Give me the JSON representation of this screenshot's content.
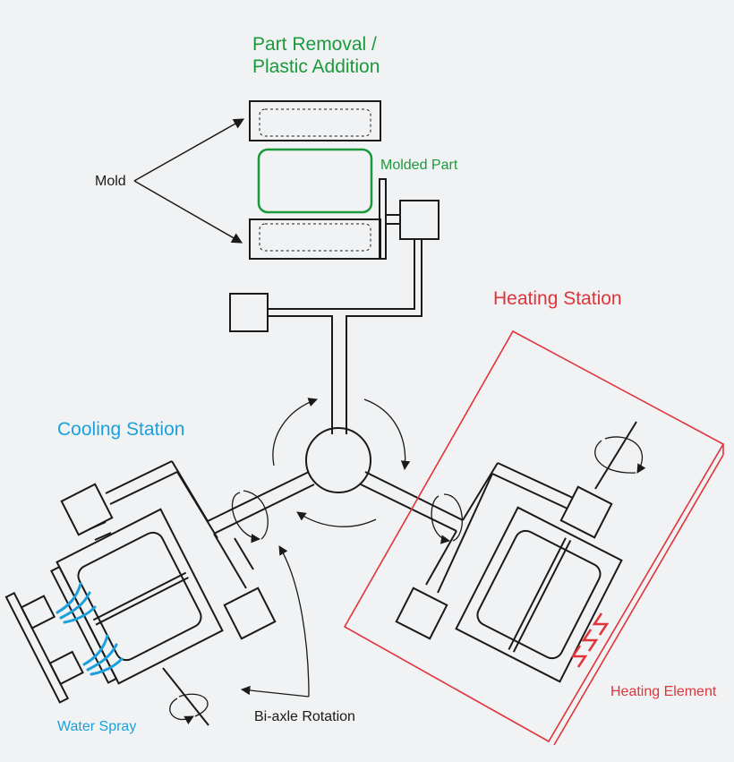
{
  "labels": {
    "part_removal_line1": "Part Removal /",
    "part_removal_line2": "Plastic Addition",
    "molded_part": "Molded Part",
    "mold": "Mold",
    "heating_station": "Heating Station",
    "cooling_station": "Cooling Station",
    "heating_element": "Heating Element",
    "water_spray": "Water Spray",
    "bi_axle_rotation": "Bi-axle Rotation"
  },
  "colors": {
    "green": "#1a9a3c",
    "red": "#e0343a",
    "blue": "#1aa0dc",
    "black": "#1a1a1a",
    "background": "#f1f2f3"
  }
}
